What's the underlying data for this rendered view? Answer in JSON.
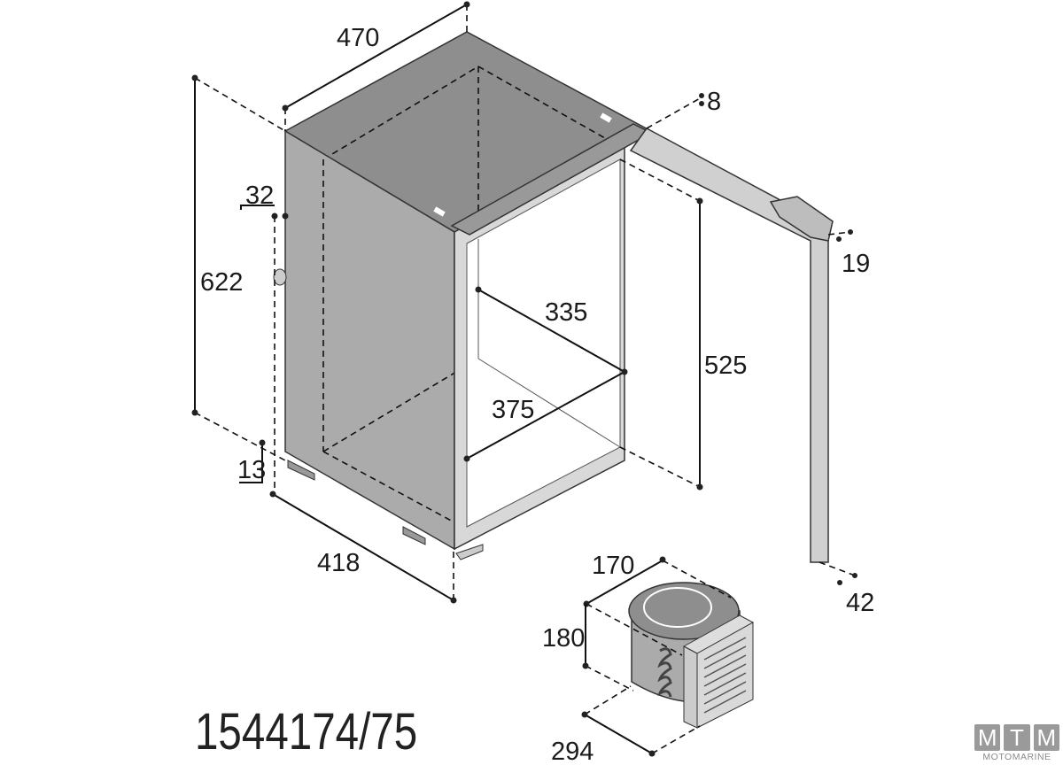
{
  "title": "1544174/75",
  "dimensions": {
    "width_top": "470",
    "height_total": "622",
    "side_offset_top": "32",
    "side_offset_bottom": "13",
    "depth": "418",
    "door_offset": "8",
    "handle_depth": "19",
    "interior_height": "525",
    "interior_width": "335",
    "interior_depth": "375",
    "door_thickness": "42"
  },
  "compressor": {
    "width": "170",
    "height": "180",
    "depth": "294"
  },
  "logo": {
    "letters": [
      "M",
      "T",
      "M"
    ],
    "name": "MOTOMARINE"
  },
  "colors": {
    "body": "#a9a9a9",
    "top": "#8c8c8c",
    "frame": "#cfcfcf",
    "line": "#111111"
  }
}
